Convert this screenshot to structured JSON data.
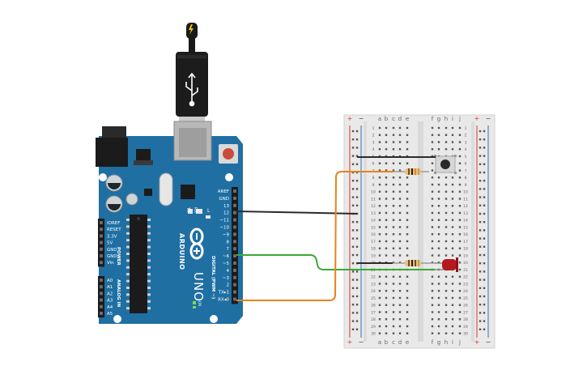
{
  "arduino": {
    "brand": "ARDUINO",
    "model": "UNO",
    "power_header_labels": [
      "IOREF",
      "RESET",
      "3.3V",
      "5V",
      "GND",
      "GND",
      "Vin"
    ],
    "power_section_label": "POWER",
    "analog_header_labels": [
      "A0",
      "A1",
      "A2",
      "A3",
      "A4",
      "A5"
    ],
    "analog_section_label": "ANALOG IN",
    "digital_header_labels": [
      "AREF",
      "GND",
      "13",
      "12",
      "~11",
      "~10",
      "~9",
      "8",
      "7",
      "~6",
      "~5",
      "4",
      "~3",
      "2",
      "TX▸1",
      "RX◂0"
    ],
    "digital_section_label": "DIGITAL (PWM ~)",
    "on_label": "ON",
    "tx_label": "TX",
    "rx_label": "RX",
    "l_label": "L"
  },
  "breadboard": {
    "column_letters_left": [
      "a",
      "b",
      "c",
      "d",
      "e"
    ],
    "column_letters_right": [
      "f",
      "g",
      "h",
      "i",
      "j"
    ],
    "rail_plus": "+",
    "rail_minus": "−",
    "row_count": 30
  },
  "colors": {
    "board": "#1f6fa3",
    "breadboard": "#e9e9e9",
    "wire_black": "#2b2b2b",
    "wire_green": "#3aa935",
    "wire_orange": "#e8831a",
    "led": "#b3191e",
    "rail_red": "#d5372f",
    "rail_blue": "#2f6fb3"
  }
}
